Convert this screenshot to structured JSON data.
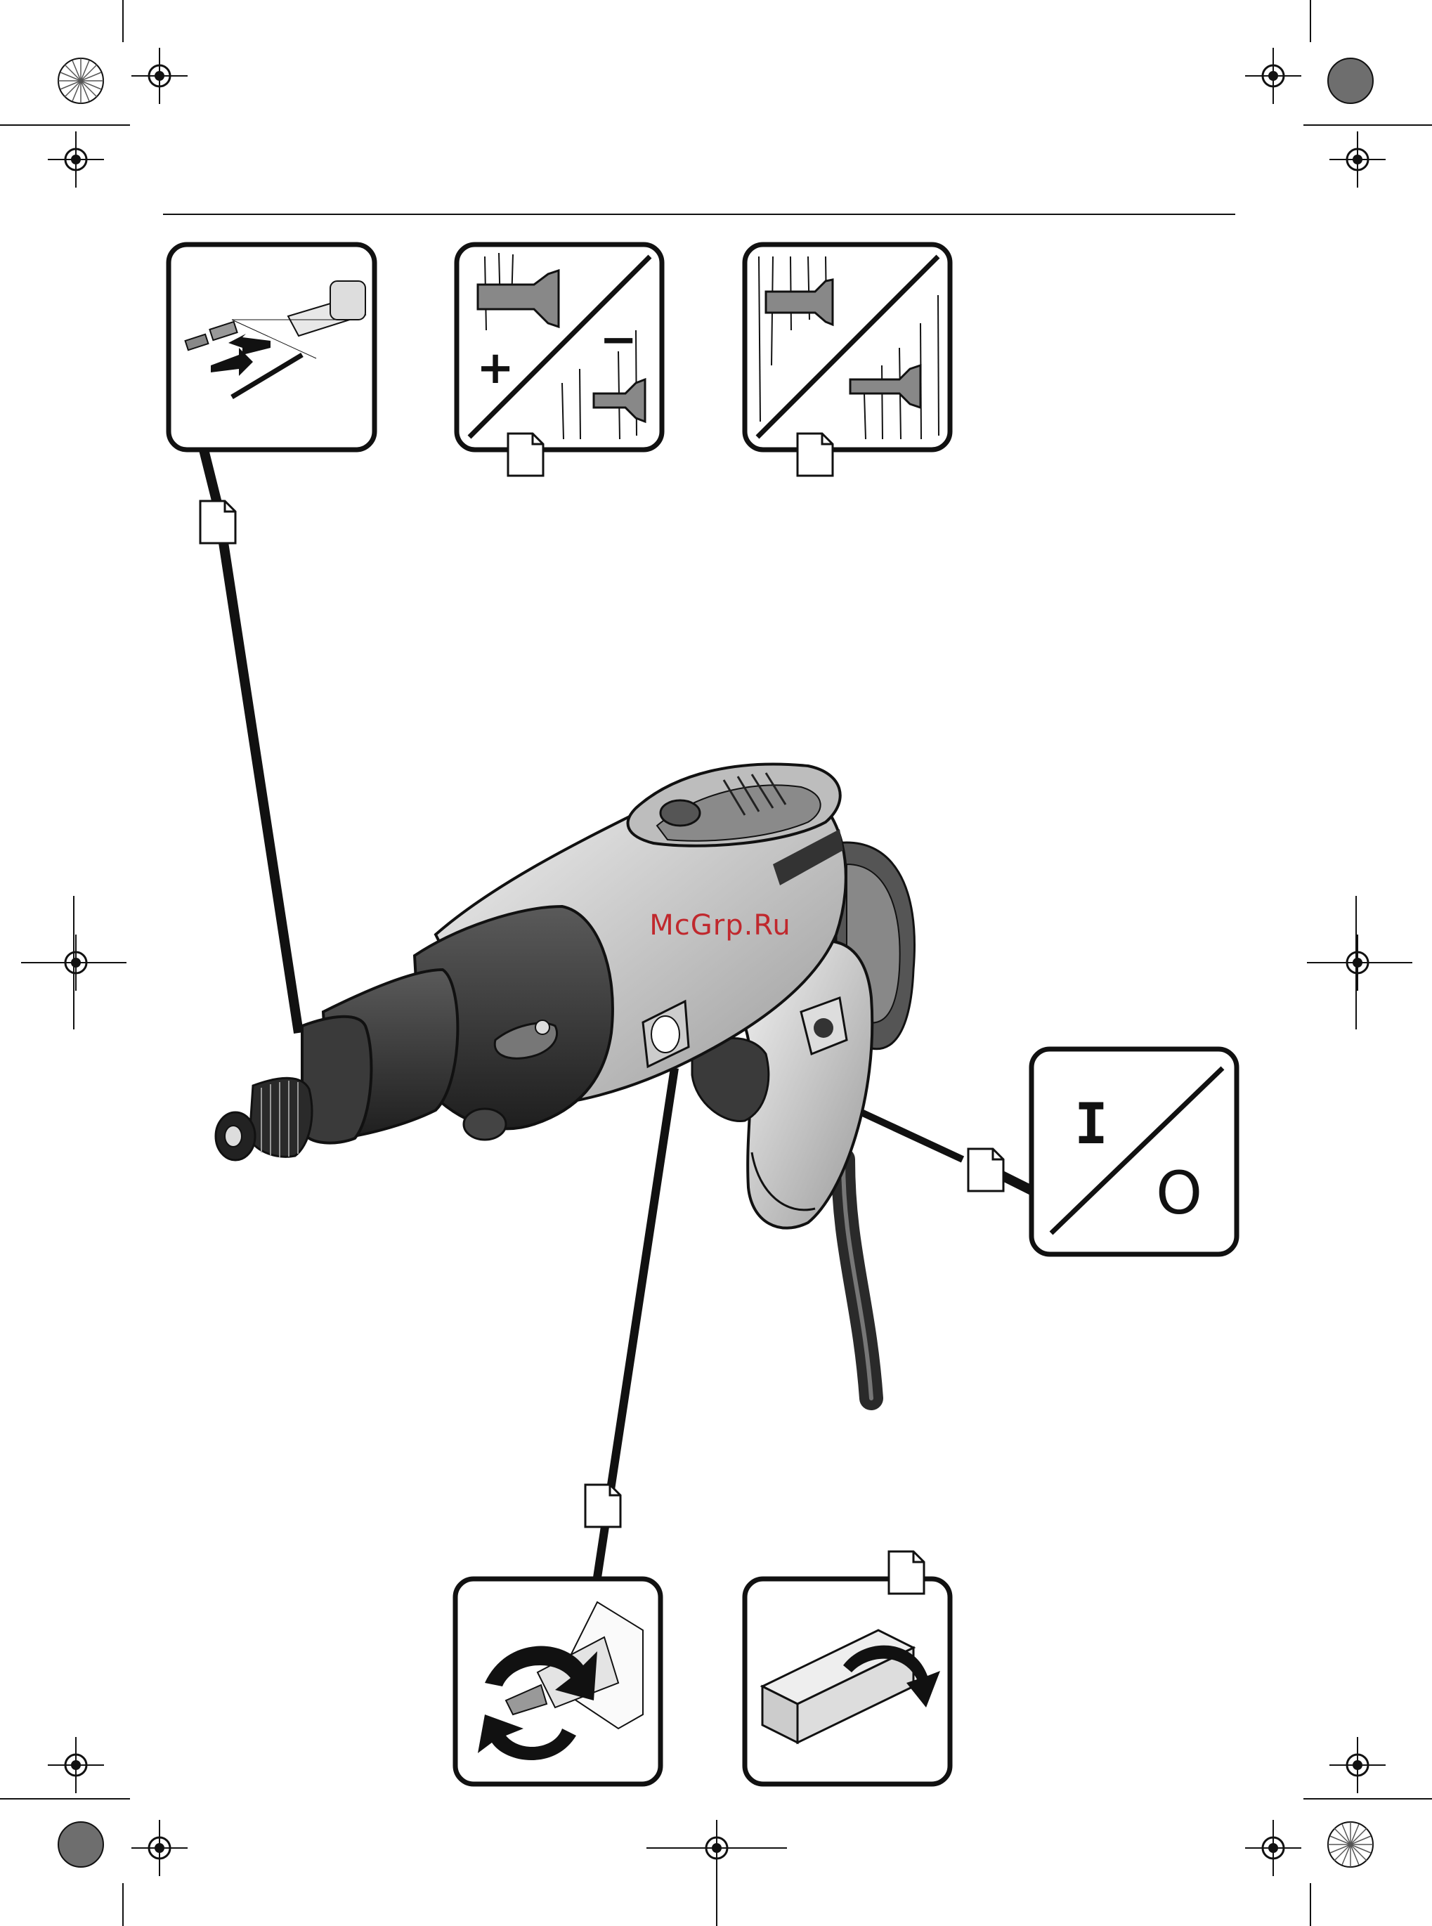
{
  "watermark": {
    "text": "McGrp.Ru",
    "color": "#c0282d"
  },
  "panel_symbols": {
    "depth_plus": "+",
    "depth_minus": "−",
    "switch_on": "I",
    "switch_off": "O"
  },
  "icons": [
    "bit-change-icon",
    "screw-depth-adjust-icon",
    "screw-depth-wood-icon",
    "on-off-switch-icon",
    "rotate-chuck-icon",
    "belt-clip-icon",
    "page-reference-icon",
    "registration-mark-icon",
    "color-target-icon"
  ],
  "colors": {
    "line": "#111111",
    "tool_dark": "#3a3a3a",
    "tool_light": "#d8d8d8"
  }
}
